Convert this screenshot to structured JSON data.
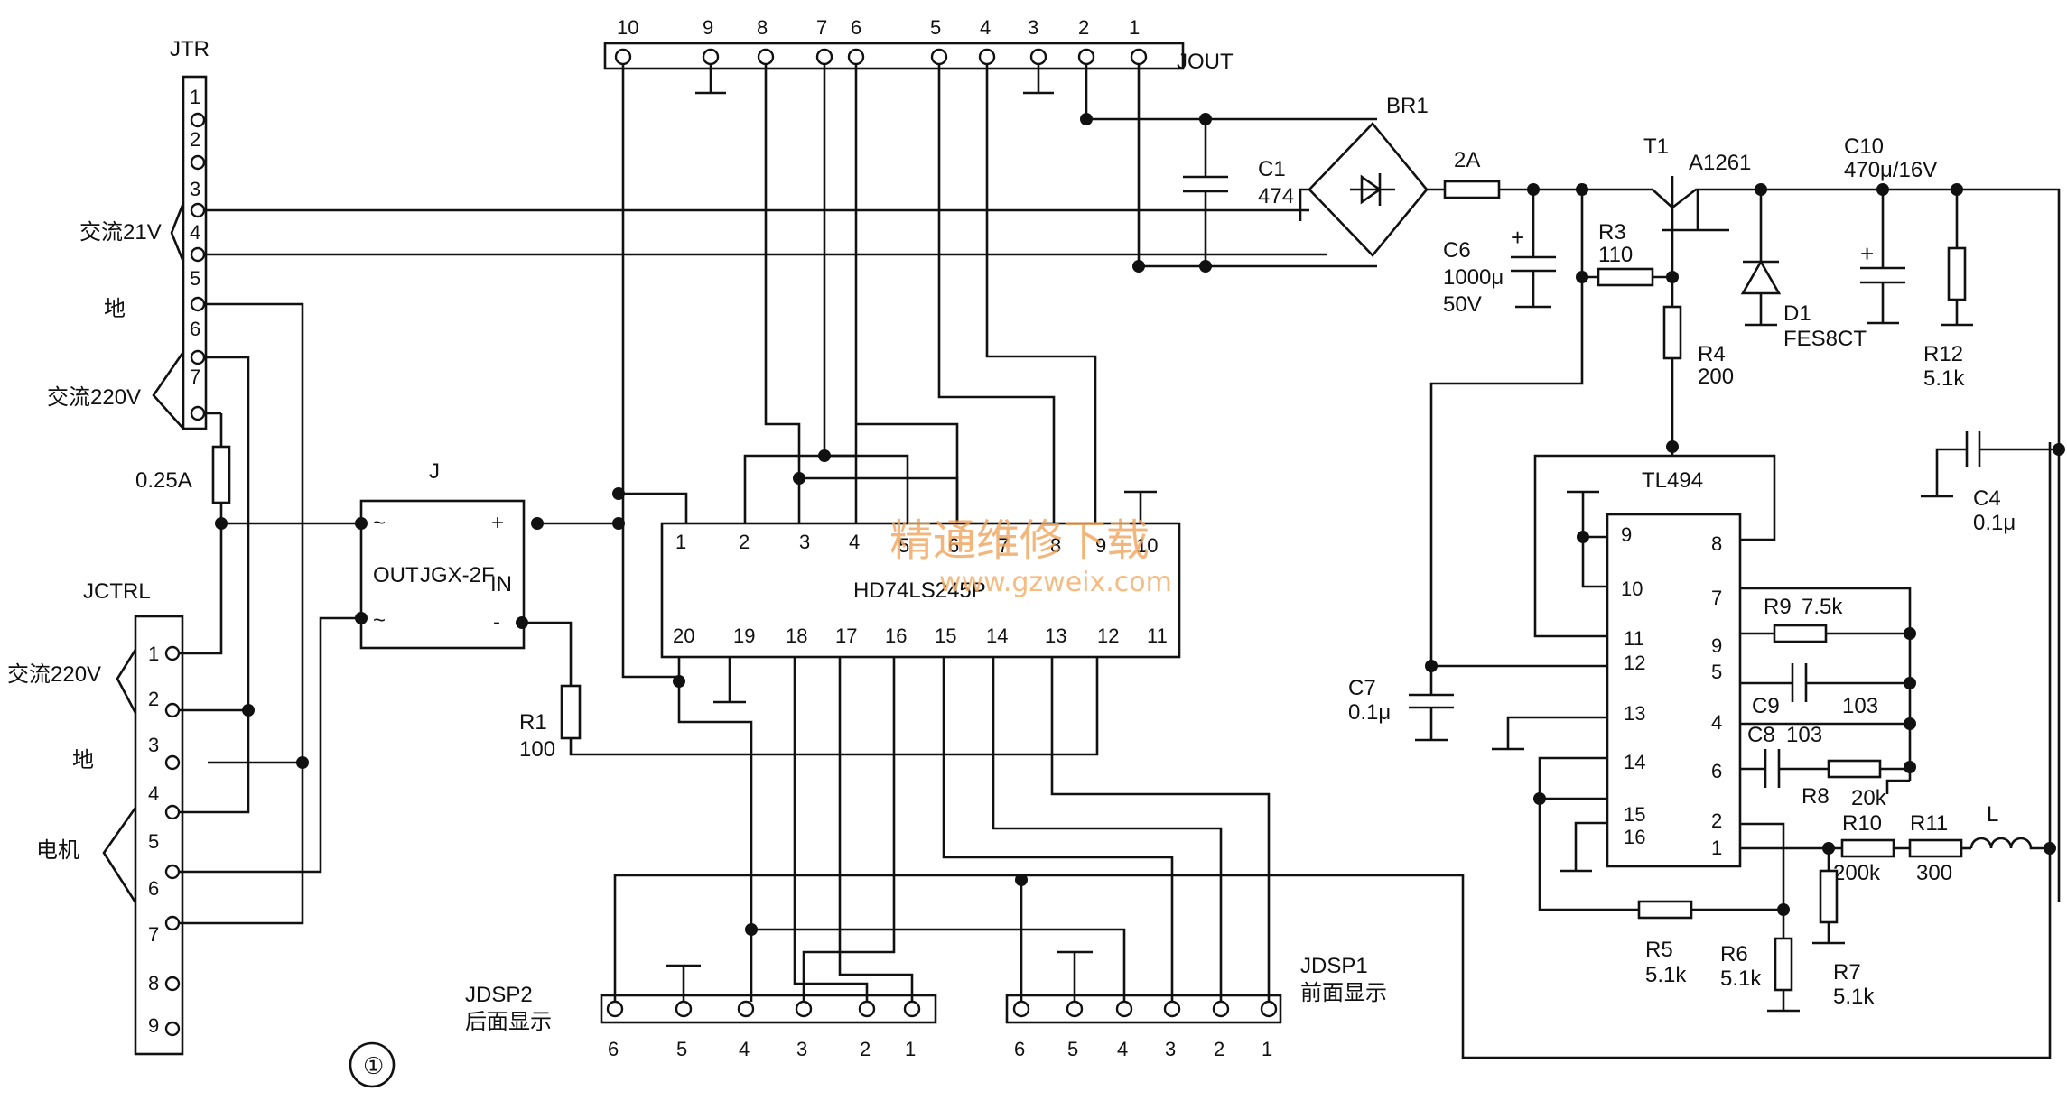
{
  "figure_number": "①",
  "jtr": {
    "name": "JTR",
    "pins": [
      "1",
      "2",
      "3",
      "4",
      "5",
      "6",
      "7"
    ],
    "labels": {
      "ac21": "交流21V",
      "ground": "地",
      "ac220": "交流220V"
    }
  },
  "jout": {
    "name": "JOUT",
    "pins": [
      "10",
      "9",
      "8",
      "7",
      "6",
      "5",
      "4",
      "3",
      "2",
      "1"
    ]
  },
  "jctrl": {
    "name": "JCTRL",
    "pins": [
      "1",
      "2",
      "3",
      "4",
      "5",
      "6",
      "7",
      "8",
      "9"
    ],
    "labels": {
      "ac220": "交流220V",
      "ground": "地",
      "motor": "电机"
    }
  },
  "fuse_main": {
    "value": "0.25A"
  },
  "relay": {
    "name": "J",
    "model": "JGX-2F",
    "out": "OUT",
    "in": "IN",
    "plus": "+",
    "minus": "-",
    "tilde": "~"
  },
  "r1": {
    "name": "R1",
    "value": "100"
  },
  "ic1": {
    "model": "HD74LS245P",
    "top_pins": [
      "1",
      "2",
      "3",
      "4",
      "5",
      "6",
      "7",
      "8",
      "9",
      "10"
    ],
    "bottom_pins": [
      "20",
      "19",
      "18",
      "17",
      "16",
      "15",
      "14",
      "13",
      "12",
      "11"
    ]
  },
  "jdsp2": {
    "name": "JDSP2",
    "caption": "后面显示",
    "pins": [
      "6",
      "5",
      "4",
      "3",
      "2",
      "1"
    ]
  },
  "jdsp1": {
    "name": "JDSP1",
    "caption": "前面显示",
    "pins": [
      "6",
      "5",
      "4",
      "3",
      "2",
      "1"
    ]
  },
  "power": {
    "br1": "BR1",
    "c1": {
      "name": "C1",
      "value": "474"
    },
    "fuse": "2A",
    "c6": {
      "name": "C6",
      "value": "1000μ",
      "voltage": "50V"
    },
    "t1": {
      "name": "T1",
      "model": "A1261"
    },
    "r3": {
      "name": "R3",
      "value": "110"
    },
    "r4": {
      "name": "R4",
      "value": "200"
    },
    "d1": {
      "name": "D1",
      "model": "FES8CT"
    },
    "c10": {
      "name": "C10",
      "value": "470μ/16V"
    },
    "r12": {
      "name": "R12",
      "value": "5.1k"
    },
    "c4": {
      "name": "C4",
      "value": "0.1μ"
    },
    "c7": {
      "name": "C7",
      "value": "0.1μ"
    }
  },
  "tl494": {
    "model": "TL494",
    "left_pins": [
      "9",
      "10",
      "11",
      "12",
      "13",
      "14",
      "15",
      "16"
    ],
    "right_pins": [
      "8",
      "7",
      "9",
      "5",
      "4",
      "6",
      "2",
      "1"
    ],
    "r9": {
      "name": "R9",
      "value": "7.5k"
    },
    "c9": {
      "name": "C9",
      "value": "103"
    },
    "c8": {
      "name": "C8",
      "value": "103"
    },
    "r8": {
      "name": "R8",
      "value": "20k"
    },
    "r10": {
      "name": "R10",
      "value": "200k"
    },
    "r11": {
      "name": "R11",
      "value": "300"
    },
    "l": "L",
    "r5": {
      "name": "R5",
      "value": "5.1k"
    },
    "r6": {
      "name": "R6",
      "value": "5.1k"
    },
    "r7": {
      "name": "R7",
      "value": "5.1k"
    }
  },
  "watermark": {
    "cn": "精通维修下载",
    "url": "www.gzweix.com"
  }
}
